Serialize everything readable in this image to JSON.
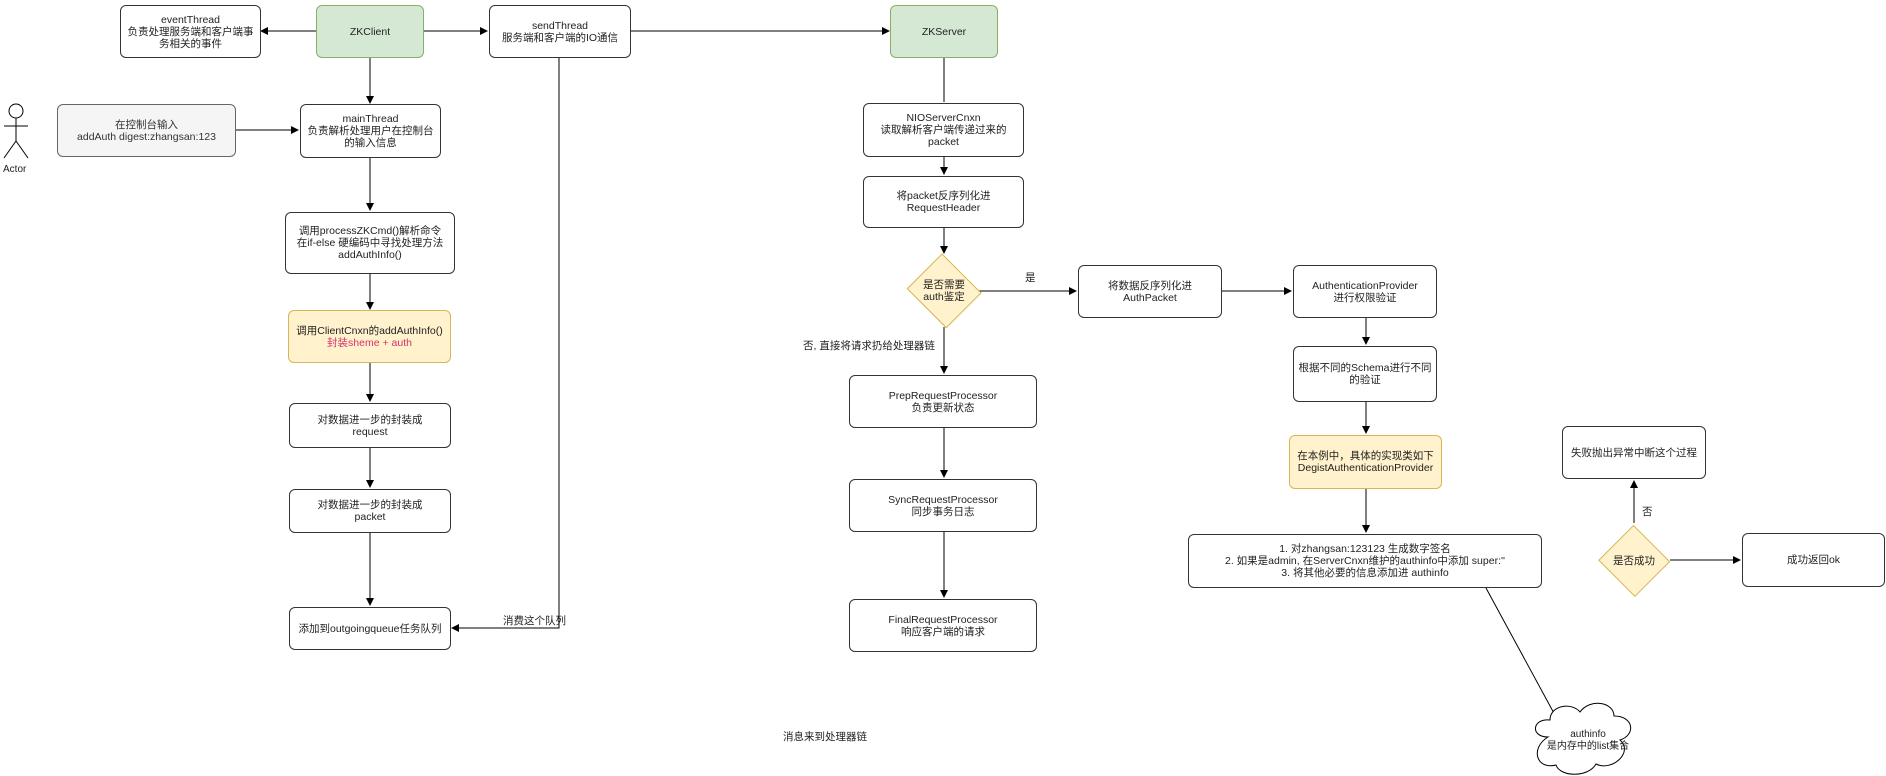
{
  "nodes": {
    "zkclient": "ZKClient",
    "event_thread": [
      "eventThread",
      "负责处理服务端和客户端事",
      "务相关的事件"
    ],
    "send_thread": [
      "sendThread",
      "服务端和客户端的IO通信"
    ],
    "zkserver": "ZKServer",
    "console_input": [
      "在控制台输入",
      "addAuth digest:zhangsan:123"
    ],
    "main_thread": [
      "mainThread",
      "负责解析处理用户在控制台",
      "的输入信息"
    ],
    "process_cmd": [
      "调用processZKCmd()解析命令",
      "在if-else 硬编码中寻找处理方法",
      "addAuthInfo()"
    ],
    "client_cnxn": [
      "调用ClientCnxn的addAuthInfo()",
      "封装sheme + auth"
    ],
    "wrap_request": [
      "对数据进一步的封装成",
      "request"
    ],
    "wrap_packet": [
      "对数据进一步的封装成",
      "packet"
    ],
    "outgoing_queue": "添加到outgoingqueue任务队列",
    "nio_cnxn": [
      "NIOServerCnxn",
      "读取解析客户端传递过来的",
      "packet"
    ],
    "deserialize_header": [
      "将packet反序列化进",
      "RequestHeader"
    ],
    "need_auth": [
      "是否需要",
      "auth鉴定"
    ],
    "deserialize_auth": [
      "将数据反序列化进",
      "AuthPacket"
    ],
    "auth_provider": [
      "AuthenticationProvider",
      "进行权限验证"
    ],
    "schema_verify": [
      "根据不同的Schema进行不同",
      "的验证"
    ],
    "digest_provider": [
      "在本例中，具体的实现类如下",
      "DegistAuthenticationProvider"
    ],
    "digest_steps": [
      "1. 对zhangsan:123123 生成数字签名",
      "2. 如果是admin, 在ServerCnxn维护的authinfo中添加 super:''",
      "3. 将其他必要的信息添加进 authinfo"
    ],
    "prep_processor": [
      "PrepRequestProcessor",
      "负责更新状态"
    ],
    "sync_processor": [
      "SyncRequestProcessor",
      "同步事务日志"
    ],
    "final_processor": [
      "FinalRequestProcessor",
      "响应客户端的请求"
    ],
    "is_success": "是否成功",
    "fail": "失败抛出异常中断这个过程",
    "success": "成功返回ok",
    "authinfo_cloud": [
      "authinfo",
      "是内存中的list集合"
    ]
  },
  "labels": {
    "actor": "Actor",
    "yes": "是",
    "no_direct": "否, 直接将请求扔给处理器链",
    "consume_queue": "消费这个队列",
    "no": "否",
    "chain_note": "消息来到处理器链"
  },
  "colors": {
    "green_fill": "#d5e8d4",
    "green_stroke": "#82b366",
    "yellow_fill": "#fff2cc",
    "yellow_stroke": "#d6b656",
    "grey_fill": "#f5f5f5",
    "accent_pink": "#d6336c"
  }
}
